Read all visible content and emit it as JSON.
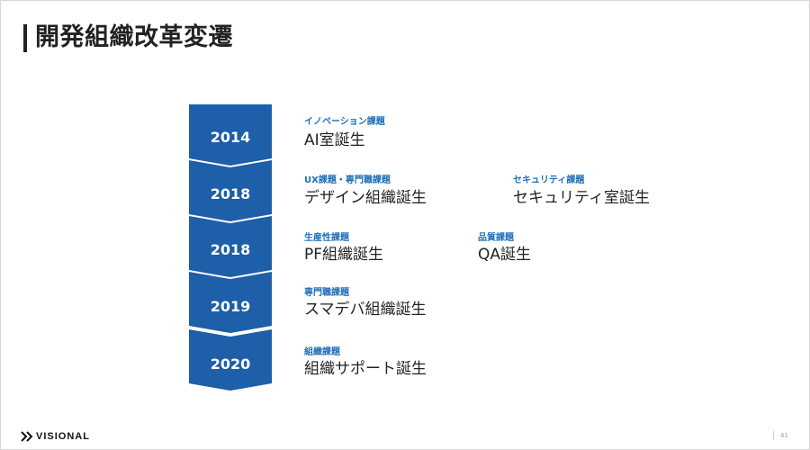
{
  "slide": {
    "title": "開発組織改革変遷"
  },
  "timeline": [
    {
      "year": "2014",
      "items": [
        {
          "category": "イノベーション課題",
          "event": "AI室誕生"
        }
      ]
    },
    {
      "year": "2018",
      "items": [
        {
          "category": "UX課題・専門職課題",
          "event": "デザイン組織誕生"
        },
        {
          "category": "セキュリティ課題",
          "event": "セキュリティ室誕生"
        }
      ]
    },
    {
      "year": "2018",
      "items": [
        {
          "category": "生産性課題",
          "event": "PF組織誕生"
        },
        {
          "category": "品質課題",
          "event": "QA誕生"
        }
      ]
    },
    {
      "year": "2019",
      "items": [
        {
          "category": "専門職課題",
          "event": "スマデバ組織誕生"
        }
      ]
    },
    {
      "year": "2020",
      "items": [
        {
          "category": "組織課題",
          "event": "組織サポート誕生"
        }
      ]
    }
  ],
  "footer": {
    "logo_text": "VISIONAL",
    "page_number": "41"
  },
  "colors": {
    "accent": "#1f6fb8",
    "chevron": "#1d5fa8",
    "text": "#222222"
  }
}
